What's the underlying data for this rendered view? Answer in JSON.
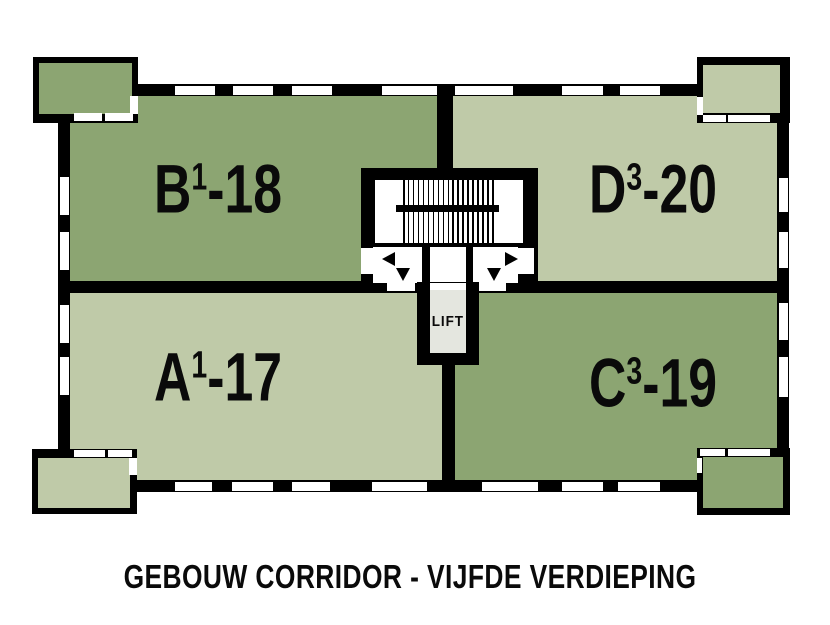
{
  "plan": {
    "caption": "GEBOUW CORRIDOR - VIJFDE VERDIEPING",
    "lift_label": "LIFT",
    "rooms": [
      {
        "name": "B1-18",
        "letter": "B",
        "sup": "1",
        "rest": "-18",
        "fill": "#8CA572",
        "position": "top-left"
      },
      {
        "name": "D3-20",
        "letter": "D",
        "sup": "3",
        "rest": "-20",
        "fill": "#BFCAA8",
        "position": "top-right"
      },
      {
        "name": "A1-17",
        "letter": "A",
        "sup": "1",
        "rest": "-17",
        "fill": "#BFCAA8",
        "position": "bottom-left"
      },
      {
        "name": "C3-19",
        "letter": "C",
        "sup": "3",
        "rest": "-19",
        "fill": "#8CA572",
        "position": "bottom-right"
      }
    ],
    "balconies": [
      {
        "corner": "top-left",
        "fill": "#8CA572"
      },
      {
        "corner": "top-right",
        "fill": "#BFCAA8"
      },
      {
        "corner": "bottom-left",
        "fill": "#BFCAA8"
      },
      {
        "corner": "bottom-right",
        "fill": "#8CA572"
      }
    ],
    "colors": {
      "wall": "#000000",
      "window": "#FFFFFF",
      "background": "#FFFFFF",
      "lift_fill": "#E4E6DF",
      "room_dark_green": "#8CA572",
      "room_light_green": "#BFCAA8"
    },
    "door_arrows": [
      "left",
      "down",
      "down",
      "right"
    ]
  }
}
